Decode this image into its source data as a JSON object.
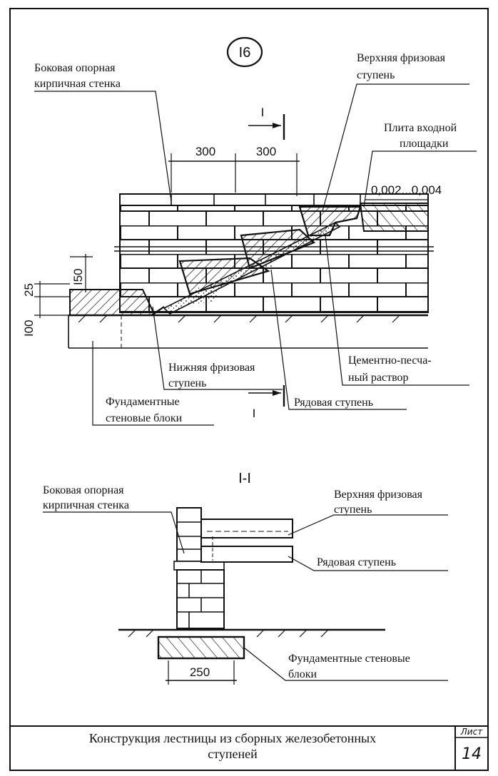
{
  "drawing": {
    "detail_mark": "I6",
    "upper": {
      "section_mark": "I",
      "dim_300_a": "300",
      "dim_300_b": "300",
      "slope": "0,002...0,004",
      "dim_150": "I50",
      "dim_25": "25",
      "dim_100": "I00",
      "labels": {
        "side_wall_1": "Боковая опорная",
        "side_wall_2": "кирпичная стенка",
        "upper_step_1": "Верхняя фризовая",
        "upper_step_2": "ступень",
        "landing_1": "Плита входной",
        "landing_2": "площадки",
        "lower_step_1": "Нижняя фризовая",
        "lower_step_2": "ступень",
        "mortar_1": "Цементно-песча-",
        "mortar_2": "ный раствор",
        "found_1": "Фундаментные",
        "found_2": "стеновые блоки",
        "ordinary_step": "Рядовая ступень"
      }
    },
    "section": {
      "title": "I-I",
      "side_wall_1": "Боковая опорная",
      "side_wall_2": "кирпичная стенка",
      "upper_step_1": "Верхняя фризовая",
      "upper_step_2": "ступень",
      "ordinary_step": "Рядовая ступень",
      "found_1": "Фундаментные стеновые",
      "found_2": "блоки",
      "dim_250": "250"
    }
  },
  "title_block": {
    "title_line1": "Конструкция лестницы из сборных железобетонных",
    "title_line2": "ступеней",
    "sheet_label": "Лист",
    "sheet_number": "14"
  }
}
